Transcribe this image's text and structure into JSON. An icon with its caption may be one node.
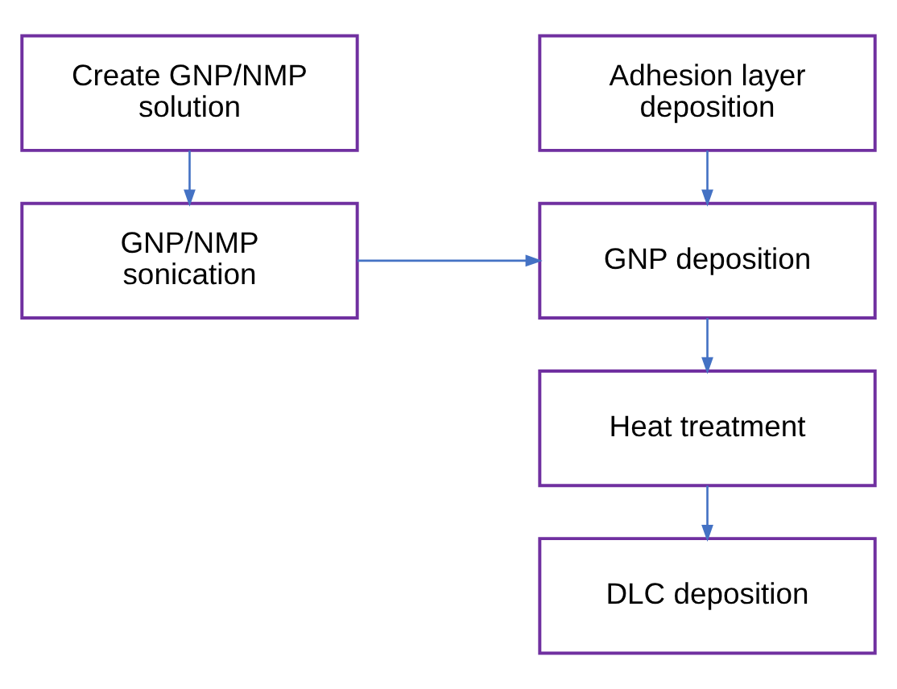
{
  "diagram": {
    "nodes": [
      {
        "text": [
          "Adhesion layer deposition"
        ]
      },
      {
        "text": [
          "Create GNP/NMP solution"
        ]
      },
      {
        "text": [
          "GNP deposition"
        ]
      },
      {
        "text": [
          "GNP/NMP sonication"
        ]
      },
      {
        "text": [
          "Heat treatment"
        ]
      },
      {
        "text": [
          "DLC deposition"
        ]
      }
    ],
    "edges": [
      {
        "from": 0,
        "to": 2,
        "arrow": "to"
      },
      {
        "from": 1,
        "to": 3,
        "arrow": "to"
      },
      {
        "from": 3,
        "to": 2,
        "arrow": "to"
      },
      {
        "from": 2,
        "to": 4,
        "arrow": "to"
      },
      {
        "from": 4,
        "to": 5,
        "arrow": "to"
      }
    ]
  }
}
